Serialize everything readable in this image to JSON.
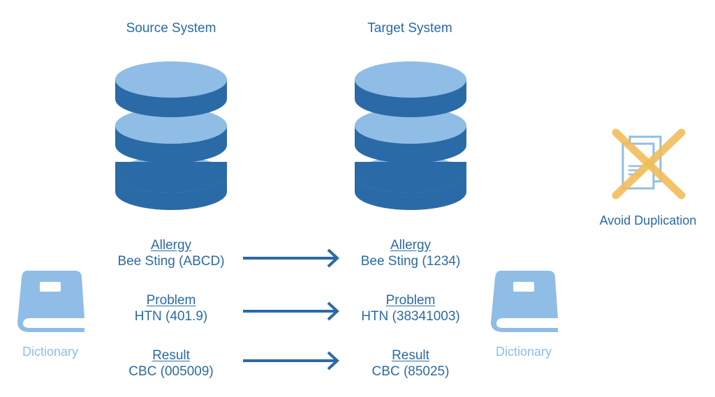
{
  "source": {
    "title": "Source System"
  },
  "target": {
    "title": "Target System"
  },
  "mappings": [
    {
      "category": "Allergy",
      "source_value": "Bee Sting (ABCD)",
      "target_value": "Bee Sting (1234)"
    },
    {
      "category": "Problem",
      "source_value": "HTN (401.9)",
      "target_value": "HTN (38341003)"
    },
    {
      "category": "Result",
      "source_value": "CBC (005009)",
      "target_value": "CBC (85025)"
    }
  ],
  "dictionary_left": {
    "label": "Dictionary",
    "icon": "book-icon"
  },
  "dictionary_right": {
    "label": "Dictionary",
    "icon": "book-icon"
  },
  "avoid": {
    "label": "Avoid Duplication",
    "icon": "crossed-document-icon"
  },
  "colors": {
    "dark_blue": "#2a6aa6",
    "light_blue": "#8fbde6",
    "orange": "#f2bd5a"
  }
}
